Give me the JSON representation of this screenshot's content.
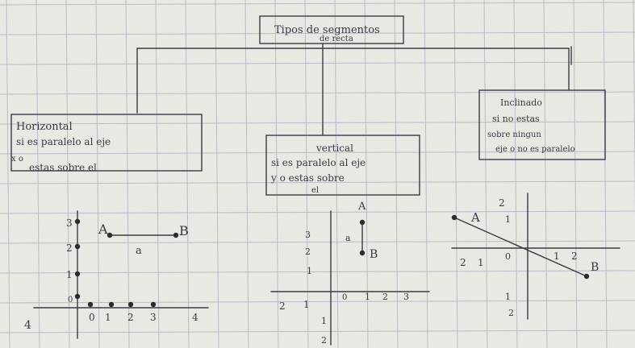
{
  "title": [
    "Tipos de segmentos",
    "de recta"
  ],
  "boxes": {
    "horizontal": {
      "heading": "Horizontal",
      "lines": [
        "si es paralelo al eje",
        "x o",
        "estas sobre el"
      ]
    },
    "vertical": {
      "heading": "vertical",
      "lines": [
        "si es paralelo al eje",
        "y o estas sobre",
        "el"
      ]
    },
    "inclinado": {
      "heading": "Inclinado",
      "lines": [
        "si no estas",
        "sobre ningun",
        "eje o no es paralelo"
      ]
    }
  },
  "graphs": {
    "horizontal": {
      "y_ticks": [
        "3",
        "2",
        "1",
        "0"
      ],
      "x_ticks": [
        "0",
        "1",
        "2",
        "3",
        "4"
      ],
      "outside_label": "4",
      "point_a": "A",
      "point_b": "B",
      "segment": "a"
    },
    "vertical": {
      "y_pos_ticks": [
        "3",
        "2",
        "1"
      ],
      "x_pos_ticks": [
        "0",
        "1",
        "2",
        "3"
      ],
      "x_neg_ticks": [
        "2",
        "1"
      ],
      "y_neg_ticks": [
        "1",
        "2"
      ],
      "point_a": "A",
      "point_b": "B",
      "segment": "a"
    },
    "inclinado": {
      "y_pos_ticks": [
        "2",
        "1"
      ],
      "x_neg_ticks": [
        "2",
        "1"
      ],
      "x_pos_ticks": [
        "1",
        "2"
      ],
      "y_neg_ticks": [
        "1",
        "2"
      ],
      "origin": "0",
      "point_a": "A",
      "point_b": "B"
    }
  },
  "colors": {
    "paper": "#e9e8e3",
    "grid": "#b9bcc6",
    "ink": "#3a3a44",
    "point": "#2c2c30"
  }
}
